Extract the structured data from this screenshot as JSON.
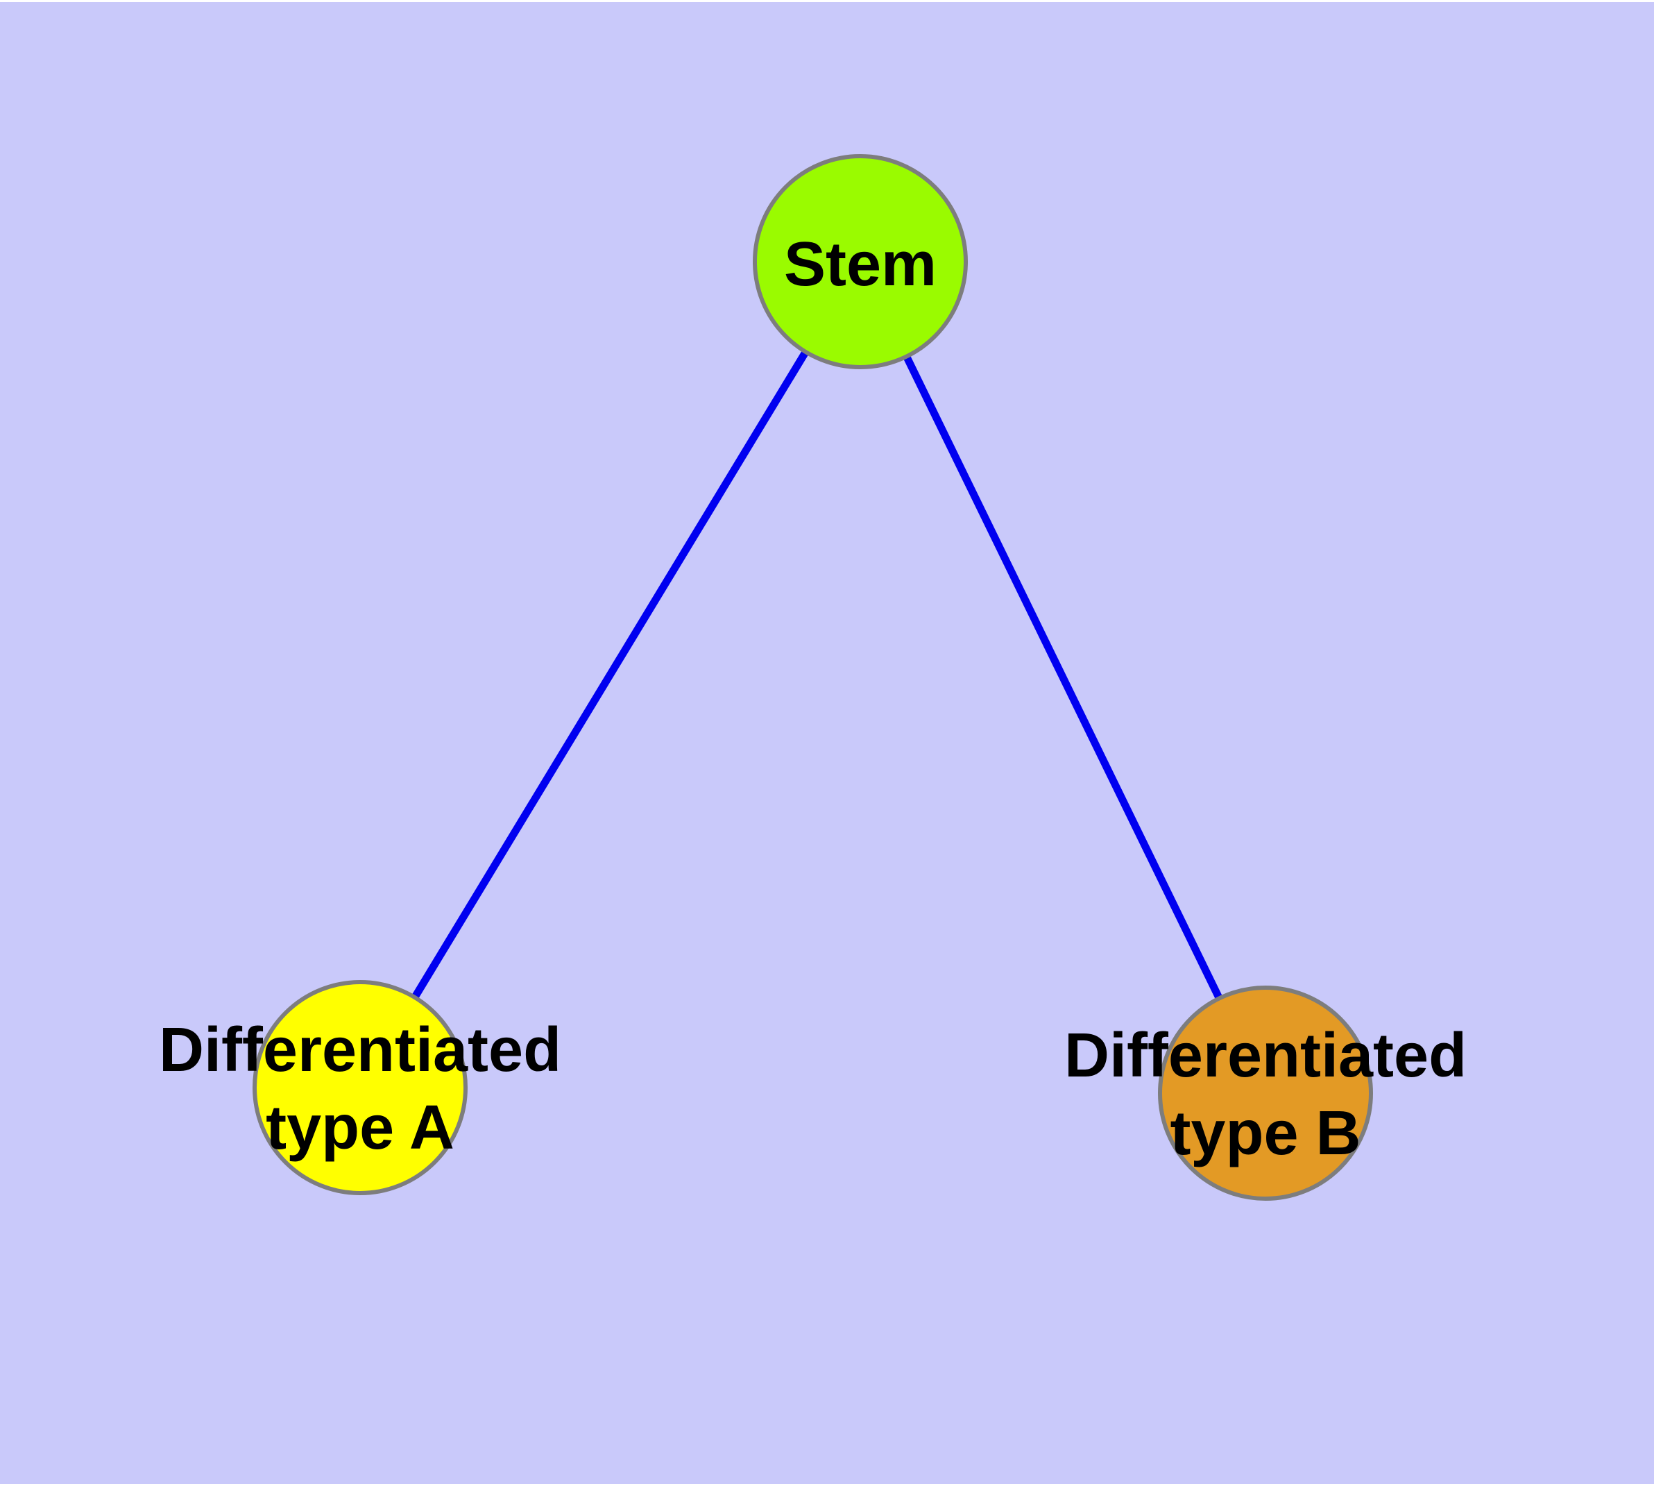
{
  "diagram": {
    "type": "node-link-graph",
    "nodes": [
      {
        "id": "stem",
        "label": "Stem",
        "shape": "circle",
        "color_key": "node_stem"
      },
      {
        "id": "type_a",
        "label": "Differentiated\ntype A",
        "shape": "circle",
        "color_key": "node_type_a"
      },
      {
        "id": "type_b",
        "label": "Differentiated\ntype B",
        "shape": "circle",
        "color_key": "node_type_b"
      }
    ],
    "edges": [
      {
        "from": "stem",
        "to": "type_a"
      },
      {
        "from": "stem",
        "to": "type_b"
      }
    ]
  },
  "colors": {
    "background": "#C9C9FA",
    "top_strip": "#FFFFFF",
    "node_stem": "#9AFB00",
    "node_type_a": "#FFFF00",
    "node_type_b": "#E39A25",
    "node_border": "#7D7D7D",
    "edge": "#0000F0",
    "label_text": "#000000"
  }
}
